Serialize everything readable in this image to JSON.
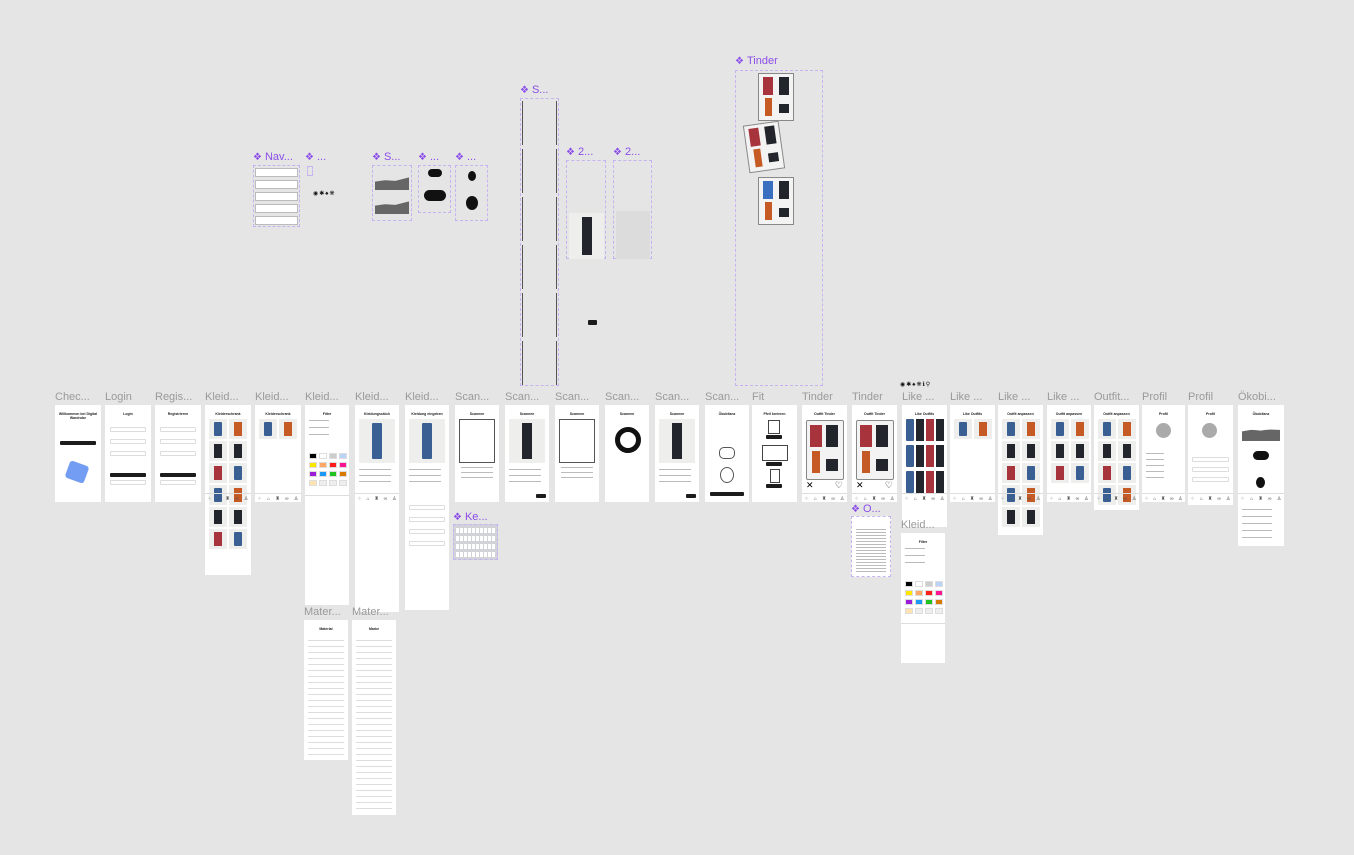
{
  "canvas": {
    "background": "#e5e5e5",
    "component_color": "#8b4ee8"
  },
  "components": [
    {
      "label": "Nav..."
    },
    {
      "label": "..."
    },
    {
      "label": "S..."
    },
    {
      "label": "..."
    },
    {
      "label": "..."
    },
    {
      "label": "S..."
    },
    {
      "label": "2..."
    },
    {
      "label": "2..."
    },
    {
      "label": "Tinder"
    },
    {
      "label": "Ke..."
    },
    {
      "label": "O..."
    }
  ],
  "frames": [
    {
      "label": "Chec...",
      "title": "Willkommen bei Digital Wardrobe"
    },
    {
      "label": "Login",
      "title": "Login"
    },
    {
      "label": "Regis...",
      "title": "Registrieren"
    },
    {
      "label": "Kleid...",
      "title": "Kleiderschrank"
    },
    {
      "label": "Kleid...",
      "title": "Kleiderschrank"
    },
    {
      "label": "Kleid...",
      "title": "Filter"
    },
    {
      "label": "Kleid...",
      "title": "Kleidungsstück"
    },
    {
      "label": "Kleid...",
      "title": "Kleidung eingeben"
    },
    {
      "label": "Scan...",
      "title": "Scannen"
    },
    {
      "label": "Scan...",
      "title": "Scannen"
    },
    {
      "label": "Scan...",
      "title": "Scannen"
    },
    {
      "label": "Scan...",
      "title": "Scannen"
    },
    {
      "label": "Scan...",
      "title": "Scannen"
    },
    {
      "label": "Scan...",
      "title": "Ökobilanz"
    },
    {
      "label": "Fit",
      "title": "Pfeil kreieren"
    },
    {
      "label": "Tinder",
      "title": "Outfit Tinder"
    },
    {
      "label": "Tinder",
      "title": "Outfit Tinder"
    },
    {
      "label": "Like ...",
      "title": "Like Outfits"
    },
    {
      "label": "Like ...",
      "title": "Like Outfits"
    },
    {
      "label": "Like ...",
      "title": "Outfit anpassen"
    },
    {
      "label": "Like ...",
      "title": "Outfit anpassen"
    },
    {
      "label": "Outfit...",
      "title": "Outfit anpassen"
    },
    {
      "label": "Profil",
      "title": "Profil"
    },
    {
      "label": "Profil",
      "title": "Profil"
    },
    {
      "label": "Ökobi...",
      "title": "Ökobilanz"
    },
    {
      "label": "Mater...",
      "title": "Material"
    },
    {
      "label": "Mater...",
      "title": "Marke"
    },
    {
      "label": "Kleid...",
      "title": "Filter"
    }
  ],
  "nav_icons": [
    "scan-icon",
    "hanger-icon",
    "shirt-icon",
    "co2-icon",
    "profile-icon"
  ]
}
